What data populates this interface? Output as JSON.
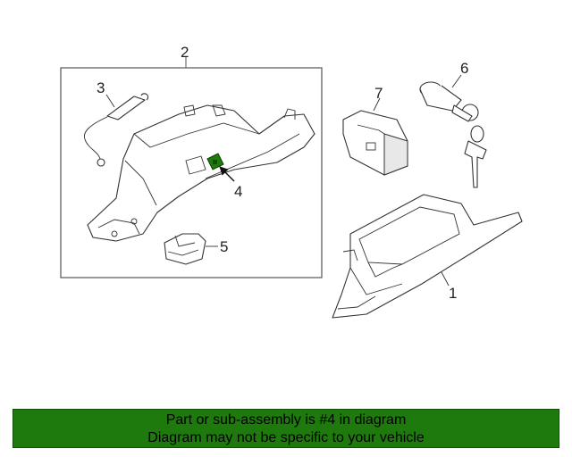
{
  "diagram": {
    "callouts": [
      "1",
      "2",
      "3",
      "4",
      "5",
      "6",
      "7"
    ],
    "highlight_color": "#1f7a0e"
  },
  "banner": {
    "line1": "Part or sub-assembly is #4 in diagram",
    "line2": "Diagram may not be specific to your vehicle",
    "background": "#1f7a0e"
  }
}
